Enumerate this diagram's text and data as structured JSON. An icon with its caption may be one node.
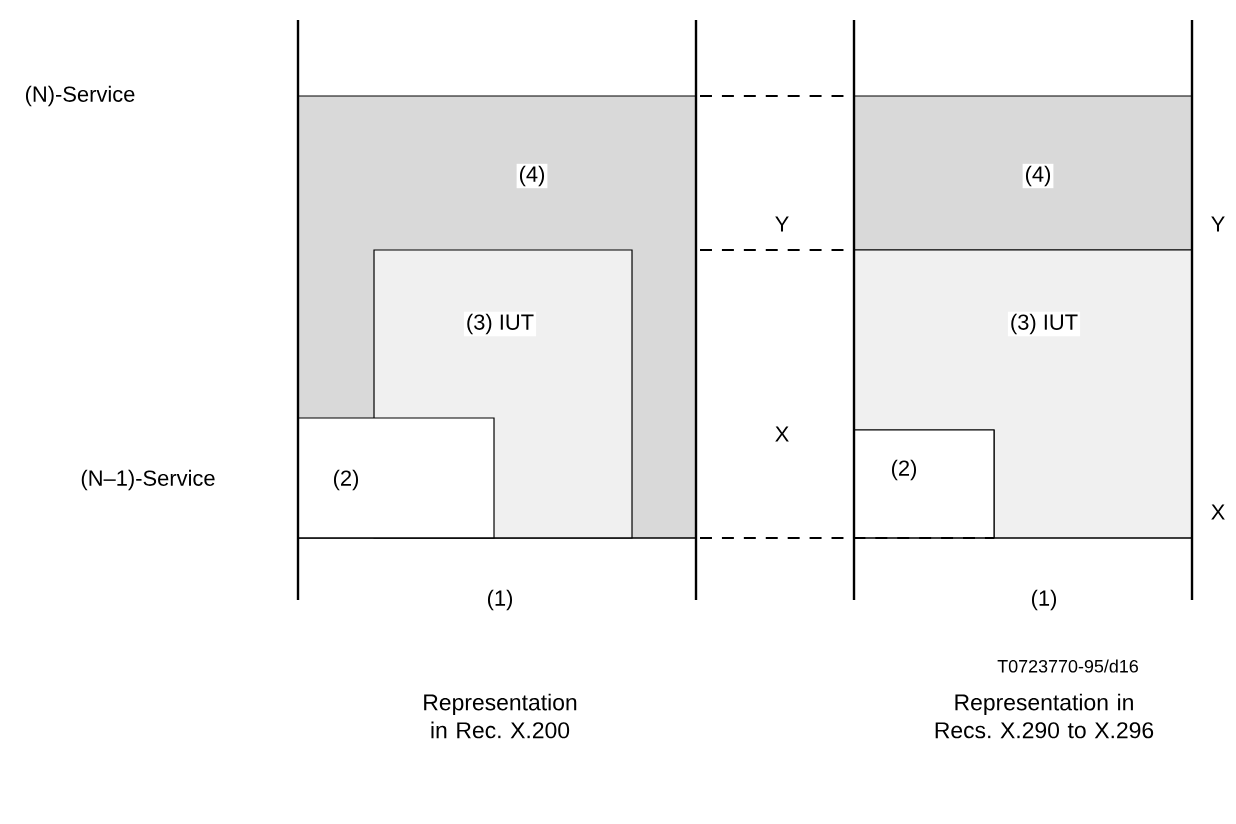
{
  "diagram": {
    "nodes": [
      {
        "text": [
          "(4)"
        ]
      },
      {
        "text": [
          "(3) IUT"
        ],
        "in": 0
      },
      {
        "text": [
          "(2)"
        ],
        "in": 0
      },
      {
        "text": [
          "(4)"
        ]
      },
      {
        "text": [
          "(3) IUT"
        ]
      },
      {
        "text": [
          "(2)"
        ]
      }
    ],
    "labels": [
      "(N)-Service",
      "Y",
      "Y",
      "X",
      "(N–1)-Service",
      "X",
      "(1)",
      "(1)",
      "T0723770-95/d16",
      "Representation in Rec. X.200",
      "Representation in Recs. X.290 to X.296"
    ]
  }
}
